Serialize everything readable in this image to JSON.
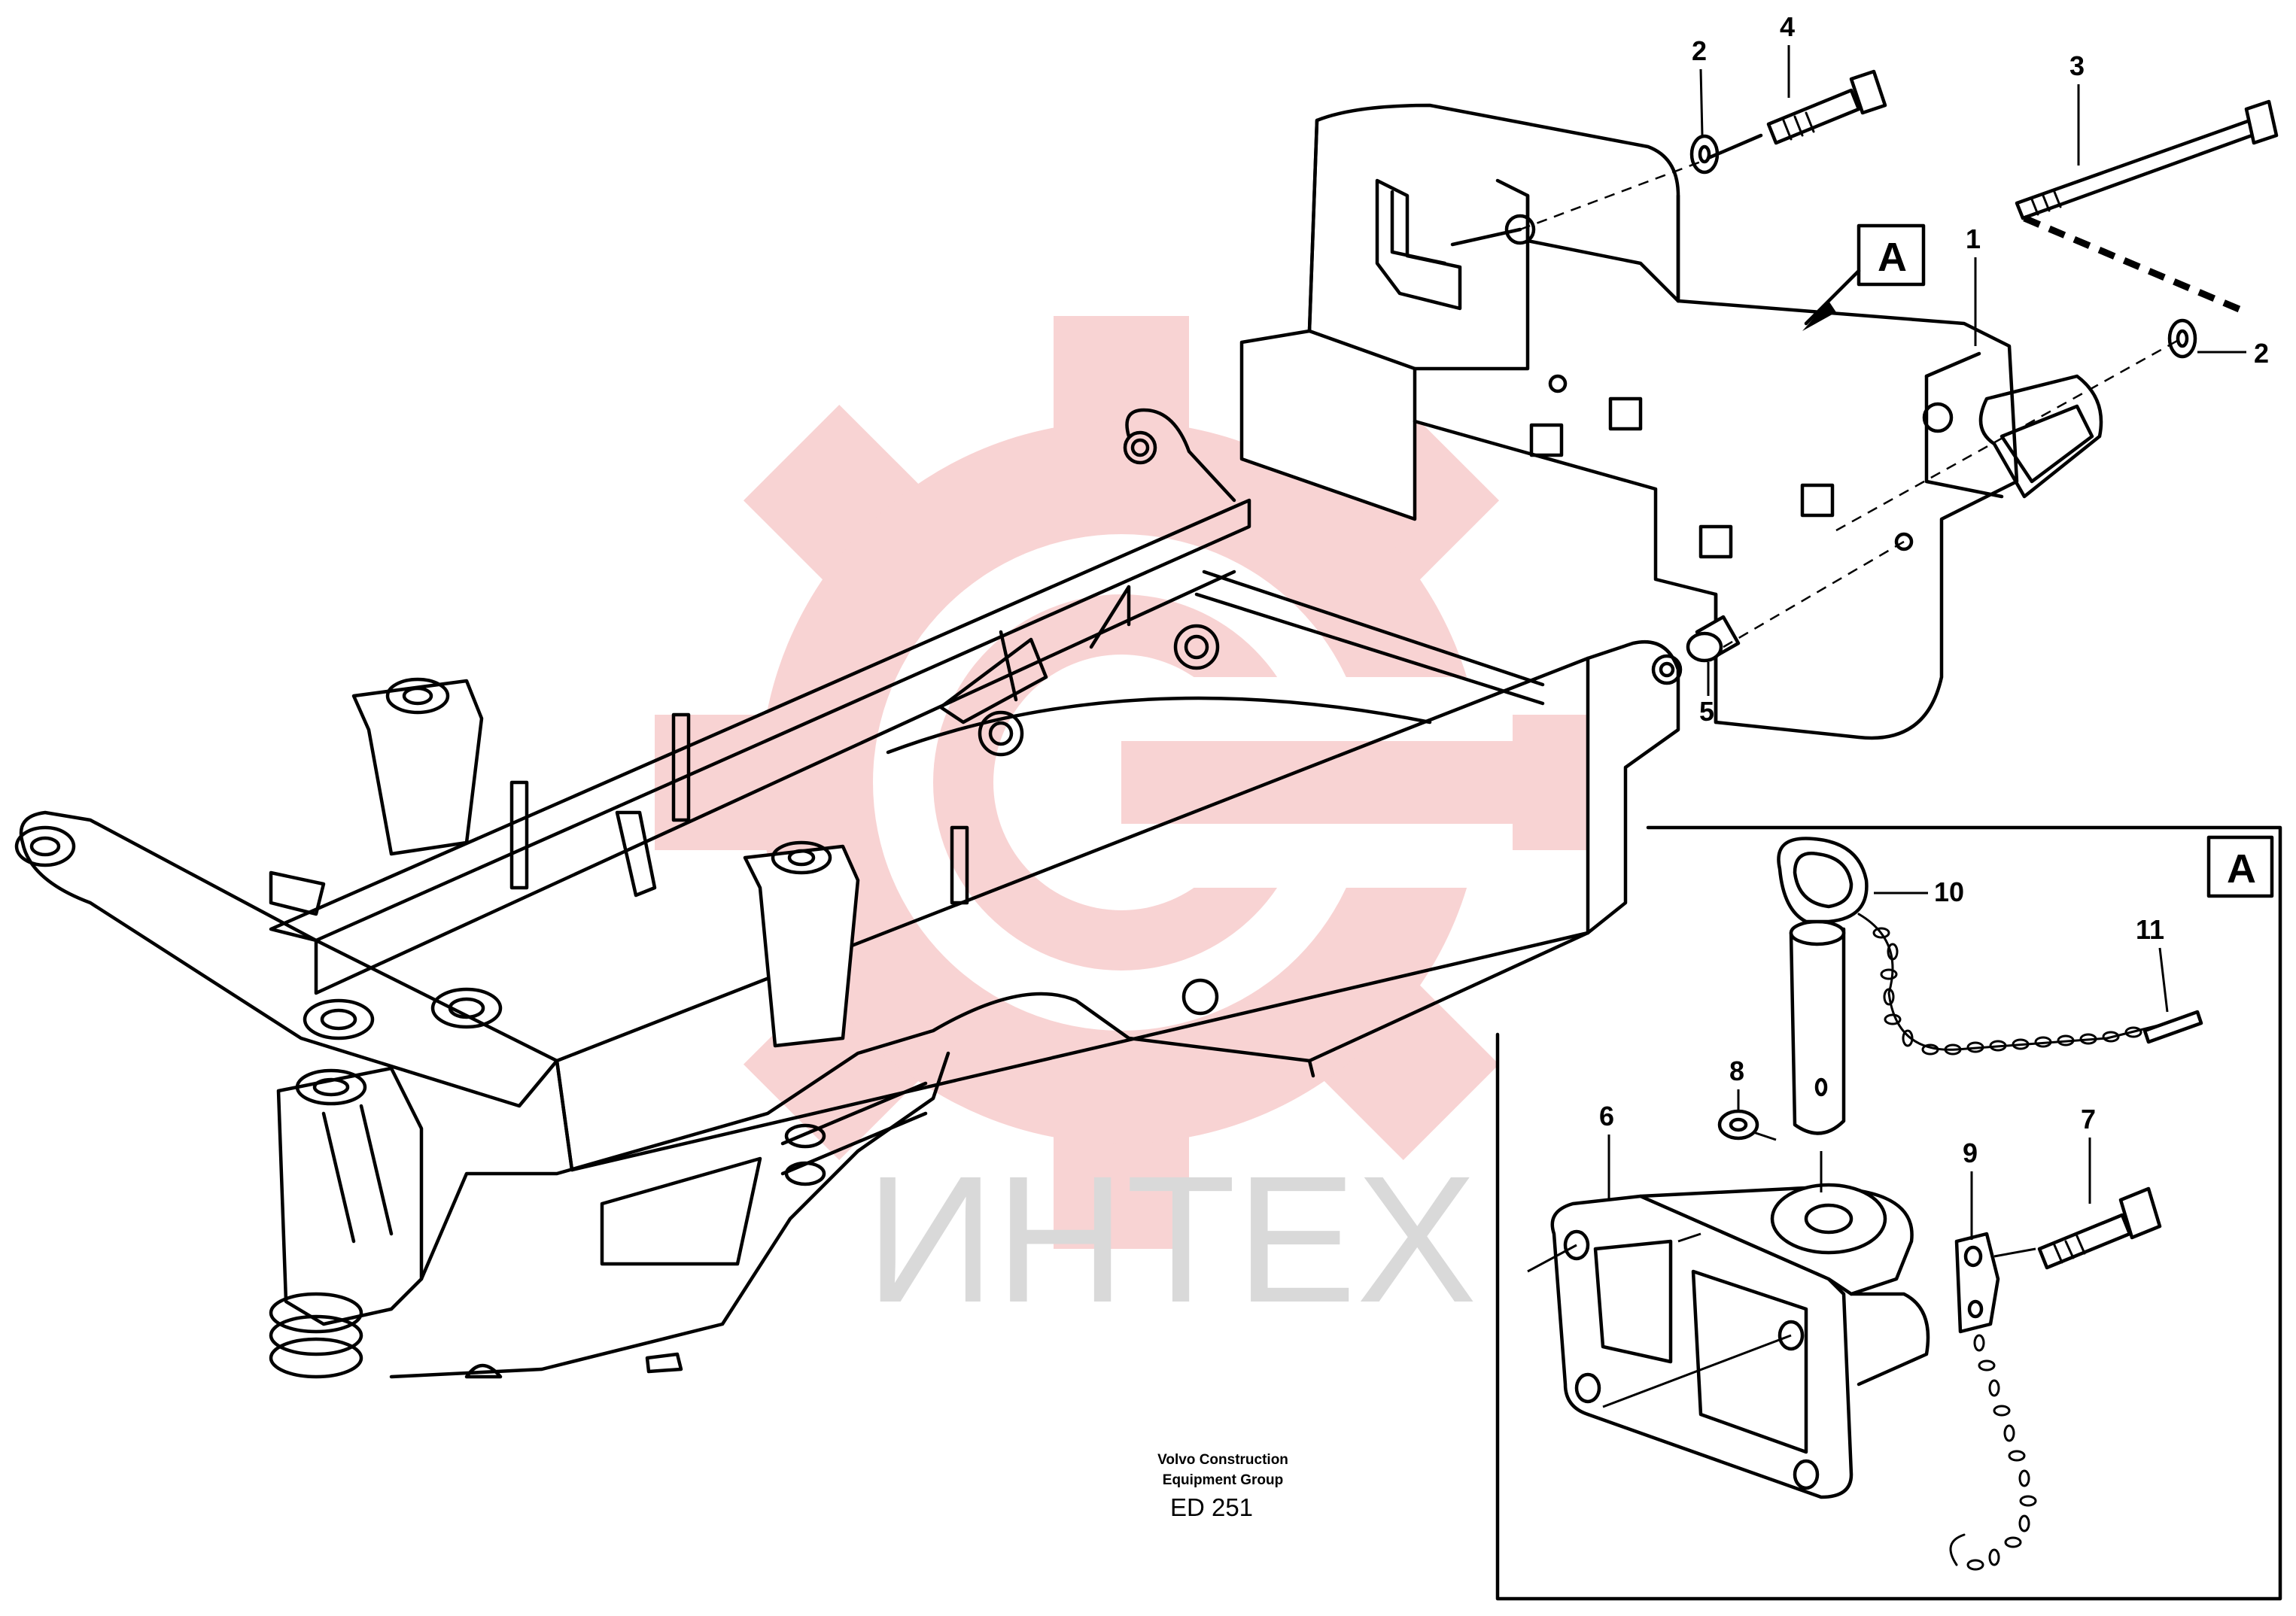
{
  "diagram": {
    "callouts": [
      {
        "label": "1"
      },
      {
        "label": "2"
      },
      {
        "label": "2"
      },
      {
        "label": "3"
      },
      {
        "label": "4"
      },
      {
        "label": "5"
      },
      {
        "label": "6"
      },
      {
        "label": "7"
      },
      {
        "label": "8"
      },
      {
        "label": "9"
      },
      {
        "label": "10"
      },
      {
        "label": "11"
      }
    ],
    "view_marker": "A",
    "inset_label": "A"
  },
  "footer": {
    "credit_line1": "Volvo Construction",
    "credit_line2": "Equipment Group",
    "drawing_code": "ED 251"
  },
  "watermark": {
    "text": "ИНТЕХ",
    "color": "#e8a0a0"
  },
  "colors": {
    "line": "#000000",
    "background": "#ffffff"
  }
}
